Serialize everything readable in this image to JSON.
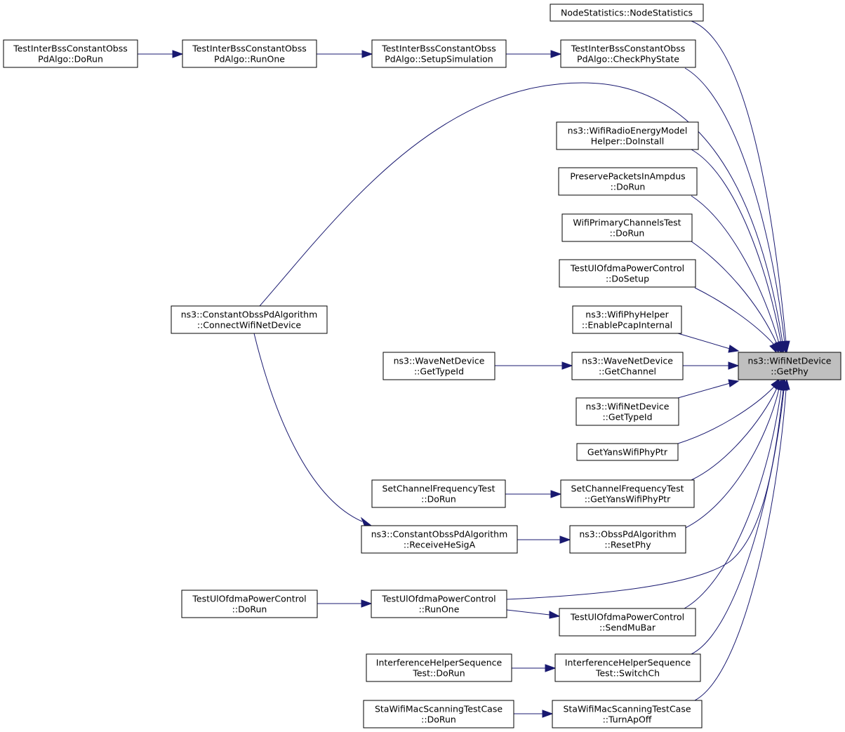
{
  "diagram": {
    "type": "call-graph",
    "focus_node": "getphy",
    "colors": {
      "edge": "#191970",
      "node_border": "#000000",
      "focus_fill": "#bfbfbf"
    },
    "nodes": [
      {
        "id": "getphy",
        "lines": [
          "ns3::WifiNetDevice",
          "::GetPhy"
        ]
      },
      {
        "id": "nodestat",
        "lines": [
          "NodeStatistics::NodeStatistics"
        ]
      },
      {
        "id": "checkphy",
        "lines": [
          "TestInterBssConstantObss",
          "PdAlgo::CheckPhyState"
        ]
      },
      {
        "id": "setupsim",
        "lines": [
          "TestInterBssConstantObss",
          "PdAlgo::SetupSimulation"
        ]
      },
      {
        "id": "runone_ib",
        "lines": [
          "TestInterBssConstantObss",
          "PdAlgo::RunOne"
        ]
      },
      {
        "id": "dorun_ib",
        "lines": [
          "TestInterBssConstantObss",
          "PdAlgo::DoRun"
        ]
      },
      {
        "id": "connect",
        "lines": [
          "ns3::ConstantObssPdAlgorithm",
          "::ConnectWifiNetDevice"
        ]
      },
      {
        "id": "radioenergy",
        "lines": [
          "ns3::WifiRadioEnergyModel",
          "Helper::DoInstall"
        ]
      },
      {
        "id": "preserve",
        "lines": [
          "PreservePacketsInAmpdus",
          "::DoRun"
        ]
      },
      {
        "id": "primarych",
        "lines": [
          "WifiPrimaryChannelsTest",
          "::DoRun"
        ]
      },
      {
        "id": "ulsetup",
        "lines": [
          "TestUlOfdmaPowerControl",
          "::DoSetup"
        ]
      },
      {
        "id": "pcap",
        "lines": [
          "ns3::WifiPhyHelper",
          "::EnablePcapInternal"
        ]
      },
      {
        "id": "wavechannel",
        "lines": [
          "ns3::WaveNetDevice",
          "::GetChannel"
        ]
      },
      {
        "id": "wavetypeid",
        "lines": [
          "ns3::WaveNetDevice",
          "::GetTypeId"
        ]
      },
      {
        "id": "wifitypeid",
        "lines": [
          "ns3::WifiNetDevice",
          "::GetTypeId"
        ]
      },
      {
        "id": "yansptr",
        "lines": [
          "GetYansWifiPhyPtr"
        ]
      },
      {
        "id": "scfyans",
        "lines": [
          "SetChannelFrequencyTest",
          "::GetYansWifiPhyPtr"
        ]
      },
      {
        "id": "scfdorun",
        "lines": [
          "SetChannelFrequencyTest",
          "::DoRun"
        ]
      },
      {
        "id": "resetphy",
        "lines": [
          "ns3::ObssPdAlgorithm",
          "::ResetPhy"
        ]
      },
      {
        "id": "receivehesiga",
        "lines": [
          "ns3::ConstantObssPdAlgorithm",
          "::ReceiveHeSigA"
        ]
      },
      {
        "id": "ulrunone",
        "lines": [
          "TestUlOfdmaPowerControl",
          "::RunOne"
        ]
      },
      {
        "id": "uldorun",
        "lines": [
          "TestUlOfdmaPowerControl",
          "::DoRun"
        ]
      },
      {
        "id": "sendmubar",
        "lines": [
          "TestUlOfdmaPowerControl",
          "::SendMuBar"
        ]
      },
      {
        "id": "switchch",
        "lines": [
          "InterferenceHelperSequence",
          "Test::SwitchCh"
        ]
      },
      {
        "id": "ihsdorun",
        "lines": [
          "InterferenceHelperSequence",
          "Test::DoRun"
        ]
      },
      {
        "id": "turnapoff",
        "lines": [
          "StaWifiMacScanningTestCase",
          "::TurnApOff"
        ]
      },
      {
        "id": "stadorun",
        "lines": [
          "StaWifiMacScanningTestCase",
          "::DoRun"
        ]
      }
    ],
    "edges": [
      {
        "from": "nodestat",
        "to": "getphy"
      },
      {
        "from": "checkphy",
        "to": "getphy"
      },
      {
        "from": "connect",
        "to": "getphy"
      },
      {
        "from": "radioenergy",
        "to": "getphy"
      },
      {
        "from": "preserve",
        "to": "getphy"
      },
      {
        "from": "primarych",
        "to": "getphy"
      },
      {
        "from": "ulsetup",
        "to": "getphy"
      },
      {
        "from": "pcap",
        "to": "getphy"
      },
      {
        "from": "wavechannel",
        "to": "getphy"
      },
      {
        "from": "wifitypeid",
        "to": "getphy"
      },
      {
        "from": "yansptr",
        "to": "getphy"
      },
      {
        "from": "scfyans",
        "to": "getphy"
      },
      {
        "from": "resetphy",
        "to": "getphy"
      },
      {
        "from": "ulrunone",
        "to": "getphy"
      },
      {
        "from": "sendmubar",
        "to": "getphy"
      },
      {
        "from": "switchch",
        "to": "getphy"
      },
      {
        "from": "turnapoff",
        "to": "getphy"
      },
      {
        "from": "setupsim",
        "to": "checkphy"
      },
      {
        "from": "runone_ib",
        "to": "setupsim"
      },
      {
        "from": "dorun_ib",
        "to": "runone_ib"
      },
      {
        "from": "wavetypeid",
        "to": "wavechannel"
      },
      {
        "from": "scfdorun",
        "to": "scfyans"
      },
      {
        "from": "receivehesiga",
        "to": "resetphy"
      },
      {
        "from": "connect",
        "to": "receivehesiga"
      },
      {
        "from": "uldorun",
        "to": "ulrunone"
      },
      {
        "from": "ulrunone",
        "to": "sendmubar"
      },
      {
        "from": "ihsdorun",
        "to": "switchch"
      },
      {
        "from": "stadorun",
        "to": "turnapoff"
      }
    ]
  }
}
